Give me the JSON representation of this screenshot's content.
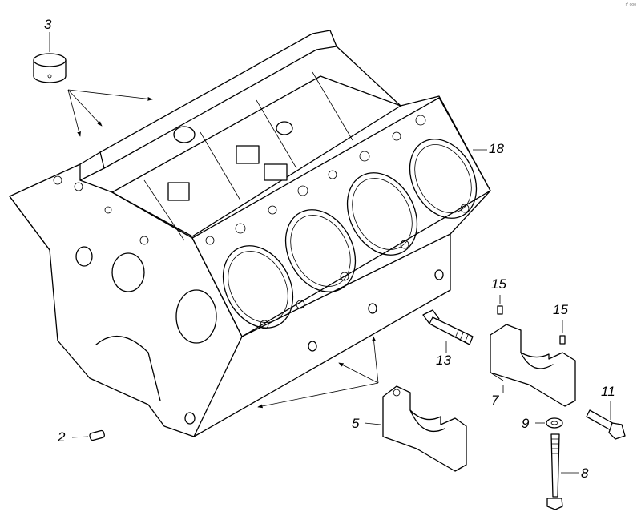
{
  "corner_mark": "r° ooo",
  "callouts": [
    {
      "id": "3",
      "label": "3"
    },
    {
      "id": "18",
      "label": "18"
    },
    {
      "id": "15a",
      "label": "15"
    },
    {
      "id": "15b",
      "label": "15"
    },
    {
      "id": "13",
      "label": "13"
    },
    {
      "id": "7",
      "label": "7"
    },
    {
      "id": "11",
      "label": "11"
    },
    {
      "id": "9",
      "label": "9"
    },
    {
      "id": "8",
      "label": "8"
    },
    {
      "id": "5",
      "label": "5"
    },
    {
      "id": "2",
      "label": "2"
    }
  ],
  "colors": {
    "line": "#000000",
    "background": "#ffffff"
  }
}
